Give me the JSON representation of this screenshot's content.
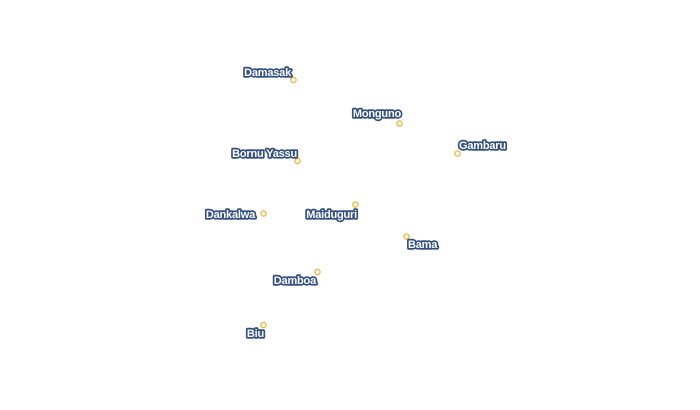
{
  "map": {
    "colors": {
      "marker": "#f0b030",
      "label_text": "#ffffff",
      "label_halo": "#34507e"
    },
    "cities": [
      {
        "name": "Damasak"
      },
      {
        "name": "Monguno"
      },
      {
        "name": "Gambaru"
      },
      {
        "name": "Bornu Yassu"
      },
      {
        "name": "Maiduguri"
      },
      {
        "name": "Dankalwa"
      },
      {
        "name": "Bama"
      },
      {
        "name": "Damboa"
      },
      {
        "name": "Biu"
      }
    ]
  }
}
